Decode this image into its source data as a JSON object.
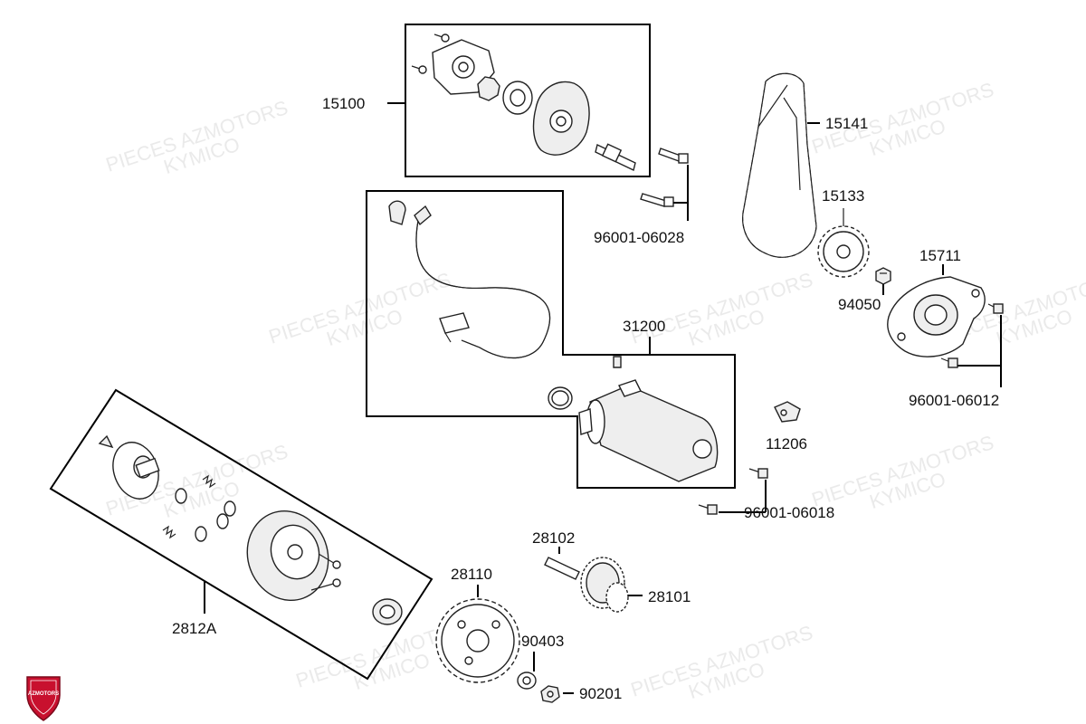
{
  "watermark": {
    "line1": "PIECES AZMOTORS",
    "line2": "KYMICO"
  },
  "logo": {
    "text": "AZMOTORS",
    "color": "#c8102e"
  },
  "callouts": {
    "p15100": "15100",
    "p15141": "15141",
    "p15133": "15133",
    "p96001_06028": "96001-06028",
    "p15711": "15711",
    "p94050": "94050",
    "p31200": "31200",
    "p96001_06012": "96001-06012",
    "p11206": "11206",
    "p96001_06018": "96001-06018",
    "p28102": "28102",
    "p28110": "28110",
    "p28101": "28101",
    "p2812A": "2812A",
    "p90403": "90403",
    "p90201": "90201"
  }
}
